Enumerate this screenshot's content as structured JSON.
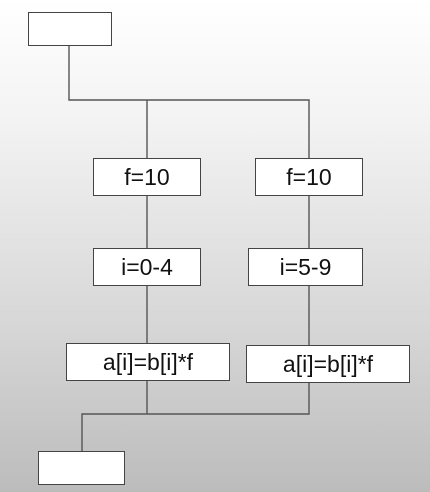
{
  "diagram": {
    "start_label": "",
    "end_label": "",
    "left_branch": {
      "init": "f=10",
      "range": "i=0-4",
      "compute": "a[i]=b[i]*f"
    },
    "right_branch": {
      "init": "f=10",
      "range": "i=5-9",
      "compute": "a[i]=b[i]*f"
    }
  }
}
